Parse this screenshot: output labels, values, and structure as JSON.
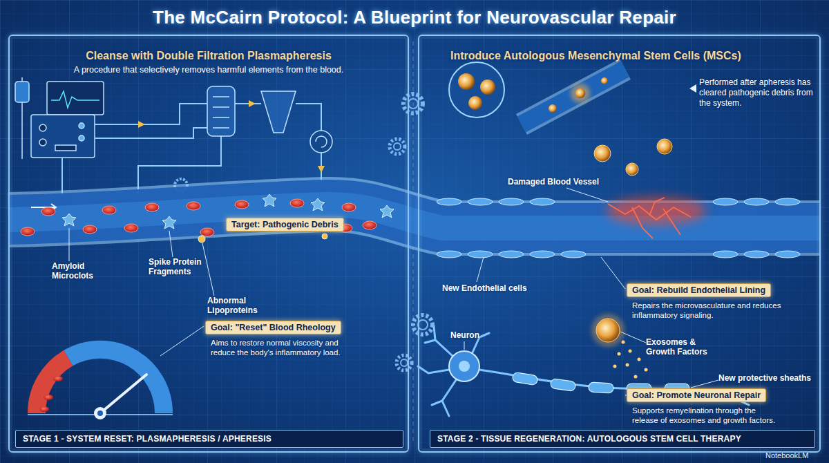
{
  "diagram": {
    "title": "The McCairn Protocol: A Blueprint for Neurovascular Repair",
    "nodes": [
      {
        "text": [
          "Cleanse with Double Filtration Plasmapheresis",
          "A procedure that selectively removes harmful elements from the blood."
        ]
      },
      {
        "text": [
          "Target: Pathogenic Debris"
        ],
        "in": 0
      },
      {
        "text": [
          "Goal: \"Reset\" Blood Rheology",
          "Aims to restore normal viscosity and reduce the body's inflammatory load."
        ],
        "in": 0
      },
      {
        "text": [
          "STAGE 1 - SYSTEM RESET: PLASMAPHERESIS / APHERESIS"
        ],
        "in": 0
      },
      {
        "text": [
          "Introduce Autologous Mesenchymal Stem Cells (MSCs)"
        ]
      },
      {
        "text": [
          "Goal: Rebuild Endothelial Lining",
          "Repairs the microvasculature and reduces inflammatory signaling."
        ],
        "in": 4
      },
      {
        "text": [
          "Goal: Promote Neuronal Repair",
          "Supports remyelination through the release of exosomes and growth factors."
        ],
        "in": 4
      },
      {
        "text": [
          "STAGE 2 - TISSUE REGENERATION: AUTOLOGOUS STEM CELL THERAPY"
        ],
        "in": 4
      }
    ],
    "labels": [
      "Amyloid Microclots",
      "Spike Protein Fragments",
      "Abnormal Lipoproteins",
      "Performed after apheresis has cleared pathogenic debris from the system.",
      "Damaged Blood Vessel",
      "New Endothelial cells",
      "Neuron",
      "Exosomes & Growth Factors",
      "New protective sheaths",
      "NotebookLM"
    ]
  }
}
